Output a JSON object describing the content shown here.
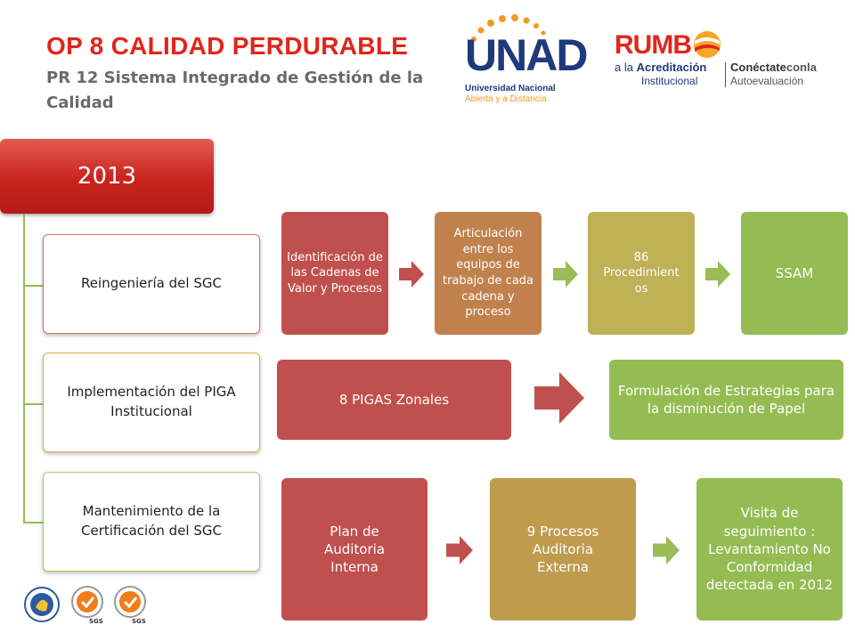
{
  "header": {
    "title": "OP 8 CALIDAD PERDURABLE",
    "subtitle": "PR 12 Sistema Integrado de Gestión de la Calidad"
  },
  "logos": {
    "unad": {
      "wordmark": "UNAD",
      "line1": "Universidad Nacional",
      "line2": "Abierta y a Distancia"
    },
    "rumbo": {
      "wordmark": "RUMB",
      "line1_prefix": "a la",
      "line1_bold": "Acreditación",
      "line2": "Institucional",
      "right_bold": "Conéctate",
      "right_rest": "conla",
      "right_line2": "Autoevaluación"
    },
    "sgs_label": "SGS"
  },
  "diagram": {
    "year": "2013",
    "categories": [
      "Reingeniería del SGC",
      "Implementación del PIGA Institucional",
      "Mantenimiento de la Certificación del SGC"
    ],
    "row1": [
      "Identificación de las Cadenas de Valor y Procesos",
      "Articulación entre los equipos de trabajo de cada cadena y proceso",
      "86 Procedimient os",
      "SSAM"
    ],
    "row2": [
      "8 PIGAS  Zonales",
      "Formulación de Estrategias para la disminución de Papel"
    ],
    "row3": [
      "Plan de Auditoria Interna",
      "9 Procesos Auditoria Externa",
      "Visita de seguimiento : Levantamiento No Conformidad detectada en 2012"
    ]
  },
  "colors": {
    "title_red": "#e1251b",
    "box_red": "#c0504d",
    "box_brown": "#c0814d",
    "box_olive": "#bfb156",
    "box_khaki": "#bf9c4d",
    "box_green": "#94bc52",
    "connector_green": "#8fbf4e",
    "arrow_red": "#c0504d"
  }
}
